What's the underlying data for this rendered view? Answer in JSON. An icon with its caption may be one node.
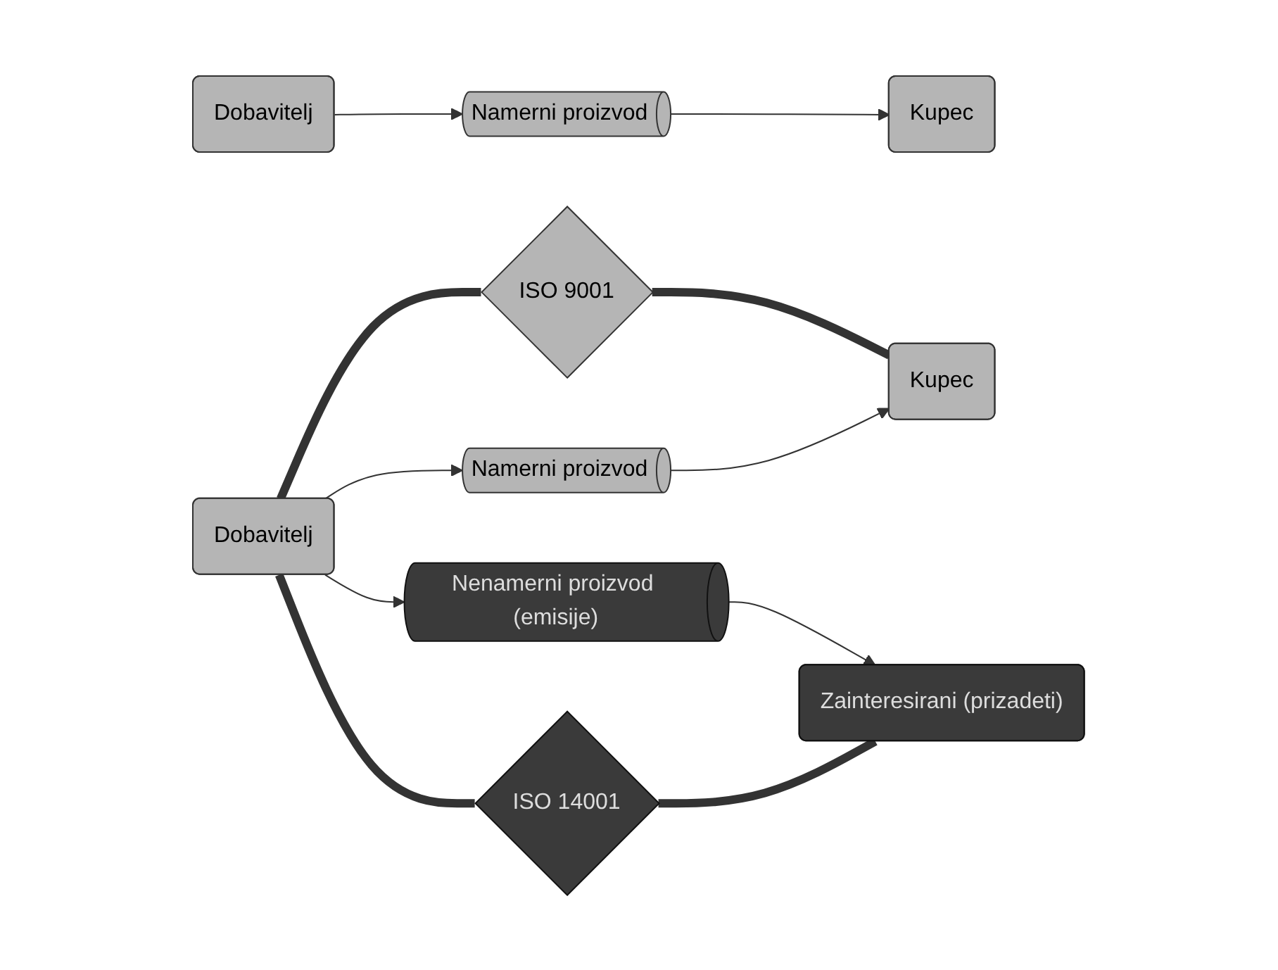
{
  "diagram": {
    "nodes": [
      {
        "text": [
          "Dobavitelj"
        ]
      },
      {
        "text": [
          "Namerni proizvod"
        ]
      },
      {
        "text": [
          "Kupec"
        ]
      },
      {
        "text": [
          "Dobavitelj"
        ]
      },
      {
        "text": [
          "ISO 9001"
        ]
      },
      {
        "text": [
          "Namerni proizvod"
        ]
      },
      {
        "text": [
          "Kupec"
        ]
      },
      {
        "text": [
          "Nenamerni proizvod (emisije)"
        ]
      },
      {
        "text": [
          "Zainteresirani (prizadeti)"
        ]
      },
      {
        "text": [
          "ISO 14001"
        ]
      }
    ],
    "edges": [
      {
        "from": 0,
        "to": 1,
        "arrow": "to"
      },
      {
        "from": 1,
        "to": 2,
        "arrow": "to"
      },
      {
        "from": 3,
        "to": 4,
        "arrow": "none",
        "style": "thick"
      },
      {
        "from": 4,
        "to": 6,
        "arrow": "none",
        "style": "thick"
      },
      {
        "from": 3,
        "to": 5,
        "arrow": "to"
      },
      {
        "from": 3,
        "to": 7,
        "arrow": "to"
      },
      {
        "from": 5,
        "to": 6,
        "arrow": "to"
      },
      {
        "from": 7,
        "to": 8,
        "arrow": "to"
      },
      {
        "from": 3,
        "to": 9,
        "arrow": "none",
        "style": "thick"
      },
      {
        "from": 9,
        "to": 8,
        "arrow": "none",
        "style": "thick"
      }
    ]
  }
}
